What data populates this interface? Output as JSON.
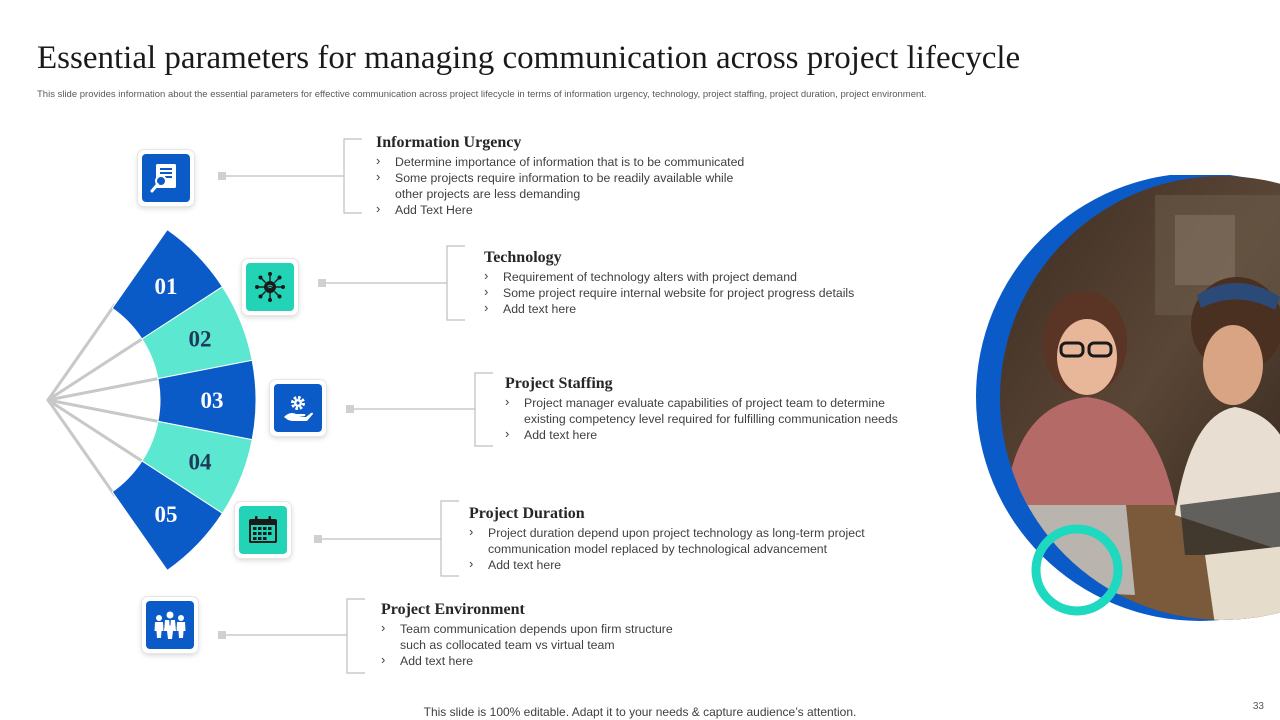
{
  "title": "Essential parameters for managing communication across project lifecycle",
  "subtitle": "This slide provides information about the essential parameters for effective communication across project lifecycle in terms of information urgency, technology, project staffing, project duration, project environment.",
  "colors": {
    "blue": "#0a5ac8",
    "teal": "#5ce8d0",
    "teal_icon": "#22d3b6",
    "ring": "#1ed8bf"
  },
  "segments": [
    "01",
    "02",
    "03",
    "04",
    "05"
  ],
  "items": [
    {
      "icon": "document-search-icon",
      "heading": "Information Urgency",
      "bullets": [
        "Determine importance of information that is to be communicated",
        "Some projects require information to be readily available while",
        "other projects are less demanding",
        "Add Text Here"
      ]
    },
    {
      "icon": "network-icon",
      "heading": "Technology",
      "bullets": [
        "Requirement of technology alters with project demand",
        "Some project require internal website for project progress details",
        "Add text here"
      ]
    },
    {
      "icon": "gear-hand-icon",
      "heading": "Project Staffing",
      "bullets": [
        "Project manager evaluate capabilities of project team to determine",
        "existing competency level required for fulfilling communication needs",
        "Add text here"
      ]
    },
    {
      "icon": "calendar-icon",
      "heading": "Project Duration",
      "bullets": [
        "Project duration depend upon project technology as long-term project",
        "communication model replaced by technological advancement",
        "Add text here"
      ]
    },
    {
      "icon": "team-icon",
      "heading": "Project Environment",
      "bullets": [
        "Team communication depends upon firm structure",
        "such as collocated team vs virtual team",
        "Add text here"
      ]
    }
  ],
  "footer": "This slide is 100% editable. Adapt it to your needs & capture audience’s attention.",
  "page_number": "33"
}
